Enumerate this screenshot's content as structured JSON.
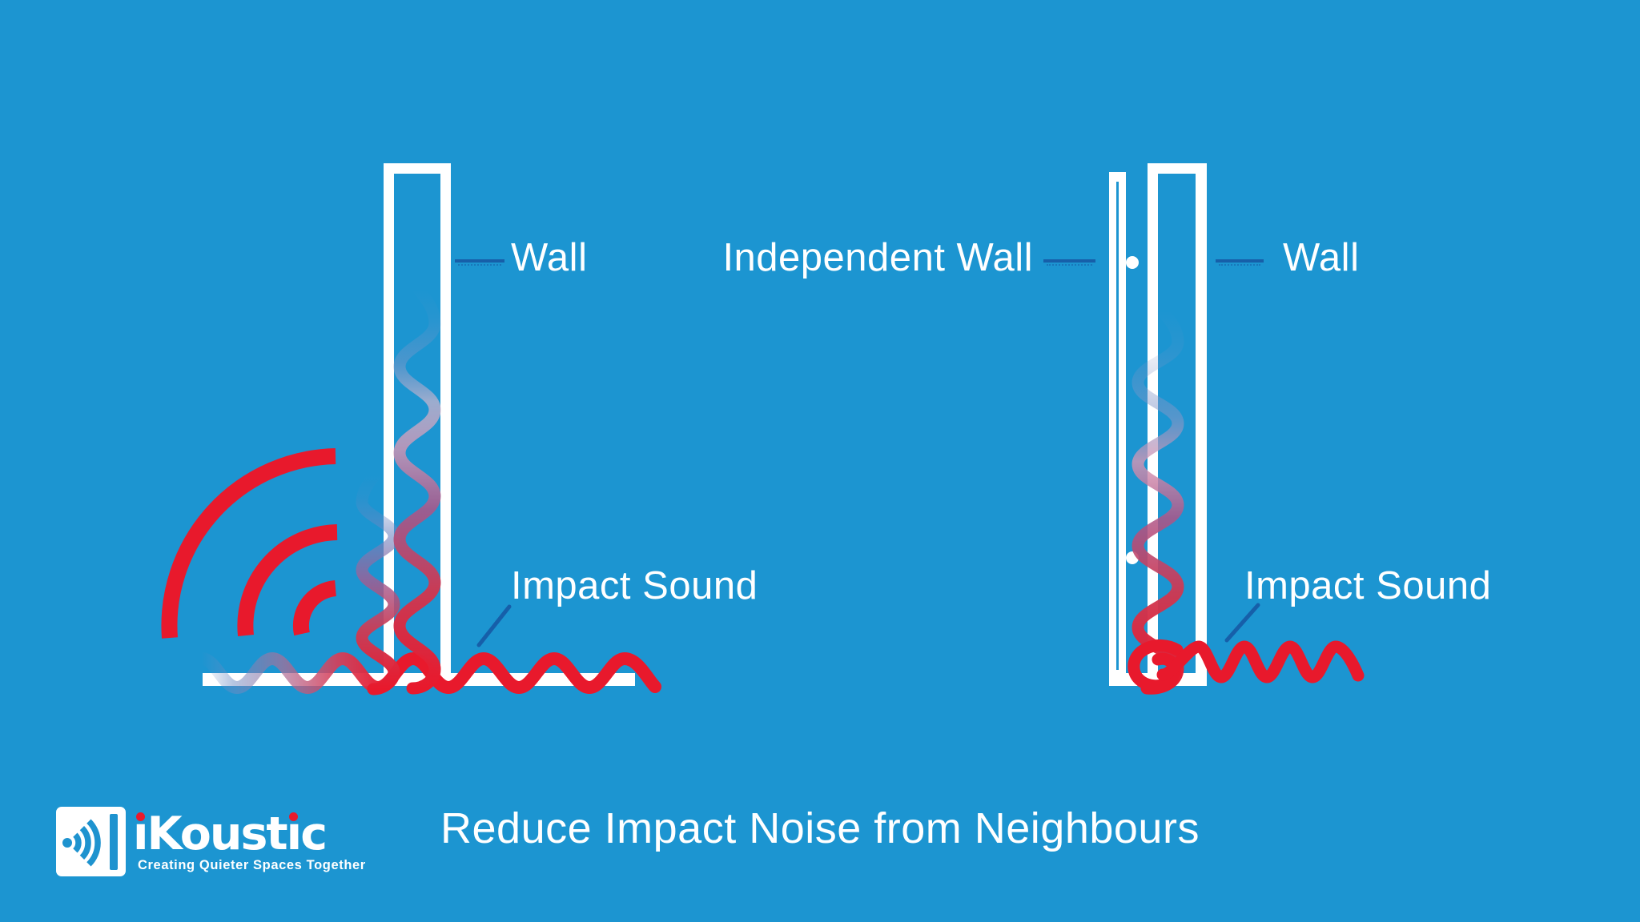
{
  "colors": {
    "background": "#1c95d1",
    "impact_red": "#e8192c",
    "leader_blue": "#165fa9",
    "structure_white": "#ffffff",
    "logo_blue": "#1e93cf"
  },
  "left_diagram": {
    "wall_label": "Wall",
    "impact_label": "Impact Sound"
  },
  "right_diagram": {
    "independent_wall_label": "Independent Wall",
    "wall_label": "Wall",
    "impact_label": "Impact Sound"
  },
  "title": "Reduce Impact Noise from Neighbours",
  "logo": {
    "brand": "iKoustic",
    "tagline": "Creating Quieter Spaces Together"
  }
}
